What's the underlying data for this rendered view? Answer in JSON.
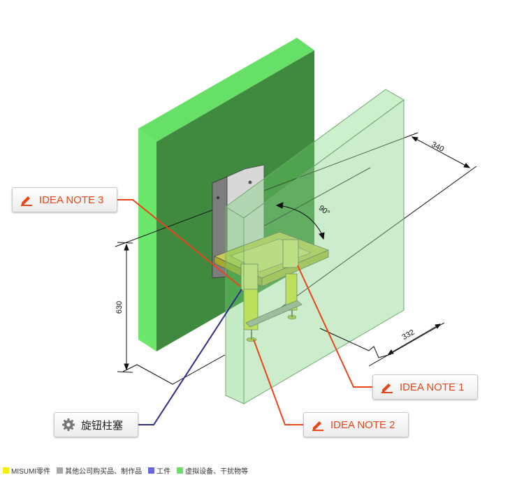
{
  "dimensions": {
    "width": "340",
    "depth": "332",
    "height": "630",
    "angle": "90°"
  },
  "callouts": {
    "idea_note_3": "IDEA NOTE 3",
    "idea_note_1": "IDEA NOTE 1",
    "idea_note_2": "IDEA NOTE 2",
    "part": "旋钮柱塞"
  },
  "icons": {
    "idea": "pencil-icon",
    "part": "gear-icon"
  },
  "legend": [
    {
      "label": "MISUMI零件",
      "color": "#f2f200"
    },
    {
      "label": "其他公司购买品、制作品",
      "color": "#a8a8a8"
    },
    {
      "label": "工件",
      "color": "#6666dd"
    },
    {
      "label": "虚拟设备、干扰物等",
      "color": "#66e066"
    }
  ],
  "colors": {
    "idea_accent": "#e8451b",
    "leader_part": "#2e2e8a",
    "wall_green": "#3f8a3f",
    "virtual_green": "#99dd99"
  }
}
